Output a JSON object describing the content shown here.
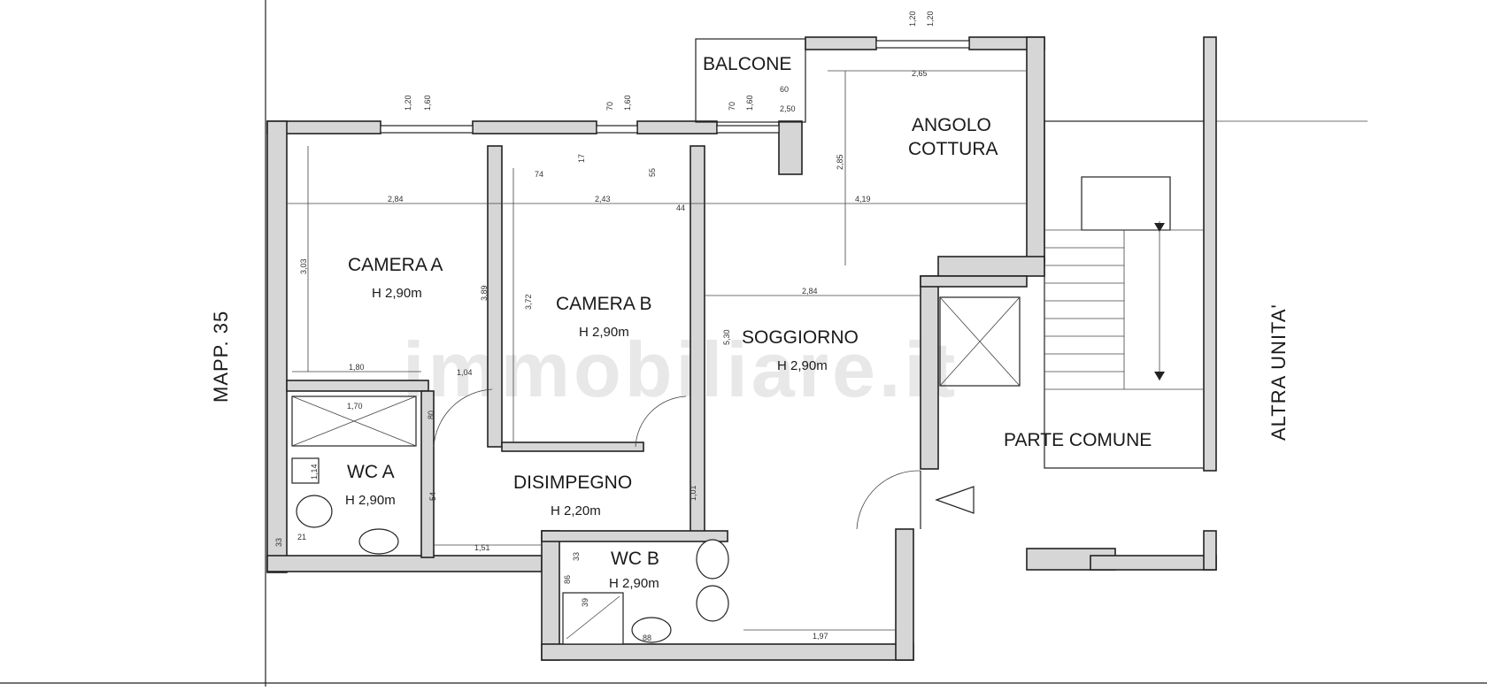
{
  "plan": {
    "rooms": [
      {
        "id": "camera-a",
        "name": "CAMERA A",
        "height": "H 2,90m"
      },
      {
        "id": "camera-b",
        "name": "CAMERA B",
        "height": "H 2,90m"
      },
      {
        "id": "soggiorno",
        "name": "SOGGIORNO",
        "height": "H 2,90m"
      },
      {
        "id": "wc-a",
        "name": "WC A",
        "height": "H 2,90m"
      },
      {
        "id": "disimpegno",
        "name": "DISIMPEGNO",
        "height": "H 2,20m"
      },
      {
        "id": "wc-b",
        "name": "WC B",
        "height": "H 2,90m"
      },
      {
        "id": "balcone",
        "name": "BALCONE"
      },
      {
        "id": "angolo-cottura",
        "name_line1": "ANGOLO",
        "name_line2": "COTTURA"
      },
      {
        "id": "parte-comune",
        "name": "PARTE COMUNE"
      }
    ],
    "side_labels": {
      "left": "MAPP. 35",
      "right": "ALTRA UNITA'"
    },
    "watermark": "immobiliare.it",
    "dimensions": {
      "win_a_1": "1,20",
      "win_a_2": "1,60",
      "win_b_1": "70",
      "win_b_2": "1,60",
      "win_c_1": "70",
      "win_c_2": "1,60",
      "win_top_1": "1,20",
      "win_top_2": "1,20",
      "balc_60": "60",
      "balc_250": "2,50",
      "kitchen_w": "2,65",
      "kitchen_h": "2,85",
      "cam_a_w": "2,84",
      "cam_b_w": "2,43",
      "sogg_w_top": "4,19",
      "cam_a_h": "3,03",
      "cam_a_h2": "3,89",
      "cam_b_h": "3,72",
      "d74": "74",
      "d55": "55",
      "d44": "44",
      "d17": "17",
      "sogg_w": "2,84",
      "sogg_h": "5,30",
      "d180": "1,80",
      "d104": "1,04",
      "d170": "1,70",
      "d80": "80",
      "d114": "1,14",
      "d54": "54",
      "d33": "33",
      "d21": "21",
      "d151": "1,51",
      "d101": "1,01",
      "wcb_33": "33",
      "wcb_86": "86",
      "wcb_39": "39",
      "wcb_88": "88",
      "d197": "1,97"
    }
  }
}
